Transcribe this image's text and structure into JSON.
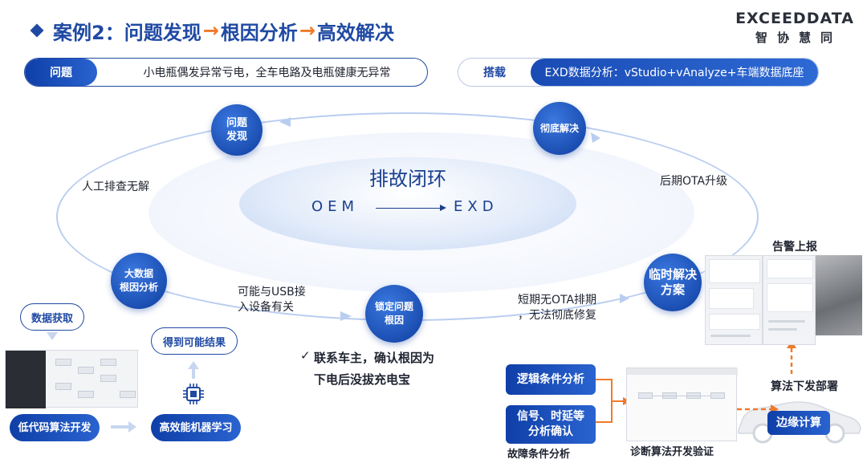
{
  "title": {
    "part1": "案例2：问题发现",
    "arrow": "→",
    "part2": "根因分析",
    "part3": "高效解决"
  },
  "logo": {
    "line1": "EXCEEDDATA",
    "line2": "智协慧同"
  },
  "problem": {
    "tag": "问题",
    "text": "小电瓶偶发异常亏电，全车电路及电瓶健康无异常"
  },
  "platform": {
    "tag": "搭载",
    "text": "EXD数据分析：vStudio+vAnalyze+车端数据底座"
  },
  "loop": {
    "title": "排故闭环",
    "from": "OEM",
    "to": "EXD"
  },
  "nodes": {
    "discover": "问题\n发现",
    "resolve": "彻底解决",
    "bigdata": "大数据\n根因分析",
    "locate": "锁定问题\n根因",
    "temp": "临时解决\n方案"
  },
  "labels": {
    "manual": "人工排查无解",
    "ota_upgrade": "后期OTA升级",
    "usb": "可能与USB接\n入设备有关",
    "no_ota": "短期无OTA排期\n，无法彻底修复",
    "contact_check": "✓",
    "contact": "联系车主，确认根因为\n下电后没拔充电宝",
    "alarm": "告警上报",
    "deploy": "算法下发部署",
    "fault": "故障条件分析",
    "verify": "诊断算法开发验证"
  },
  "boxes": {
    "data_fetch": "数据获取",
    "result": "得到可能结果",
    "lowcode": "低代码算法开发",
    "ml": "高效能机器学习",
    "logic": "逻辑条件分析",
    "signal": "信号、时延等\n分析确认",
    "edge": "边缘计算"
  },
  "colors": {
    "primary": "#1f49a3",
    "accent": "#f07a2a",
    "ring": "#b9cdf0"
  },
  "icons": [
    "chip-icon",
    "car-icon",
    "chat-screenshot",
    "algorithm-screenshot"
  ]
}
